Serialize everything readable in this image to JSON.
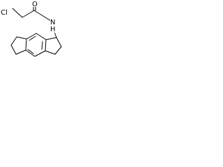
{
  "structure": {
    "atoms": {
      "chlorine": "Cl",
      "oxygen": "O",
      "amide_nitrogen": "N",
      "amide_hydrogen": "H"
    },
    "bond_color": "#000000",
    "label_color": "#000000"
  }
}
